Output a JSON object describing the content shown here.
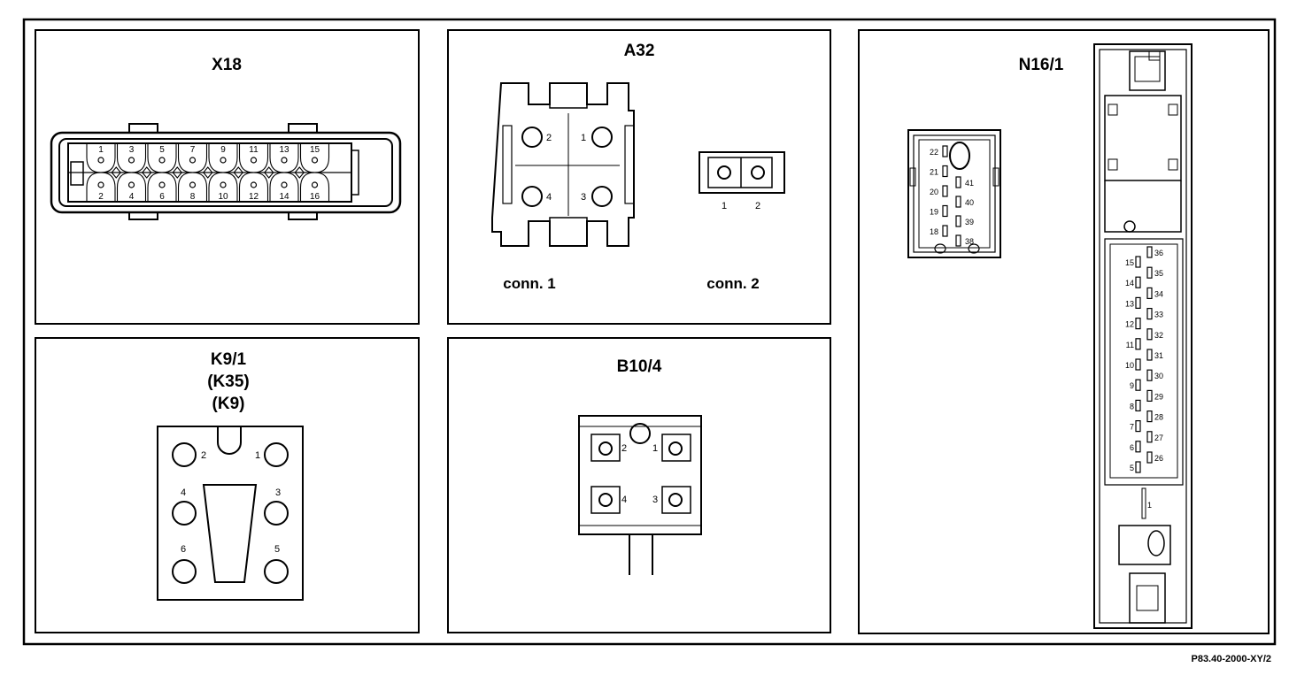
{
  "footer": {
    "reference": "P83.40-2000-XY/2"
  },
  "x18": {
    "title": "X18",
    "top_pins": [
      "1",
      "3",
      "5",
      "7",
      "9",
      "11",
      "13",
      "15"
    ],
    "bottom_pins": [
      "2",
      "4",
      "6",
      "8",
      "10",
      "12",
      "14",
      "16"
    ]
  },
  "a32": {
    "title": "A32",
    "conn1": {
      "label": "conn. 1",
      "pins": {
        "p1": "1",
        "p2": "2",
        "p3": "3",
        "p4": "4"
      }
    },
    "conn2": {
      "label": "conn. 2",
      "pins": {
        "p1": "1",
        "p2": "2"
      }
    }
  },
  "k91": {
    "title_lines": [
      "K9/1",
      "(K35)",
      "(K9)"
    ],
    "pins": {
      "p1": "1",
      "p2": "2",
      "p3": "3",
      "p4": "4",
      "p5": "5",
      "p6": "6"
    }
  },
  "b104": {
    "title": "B10/4",
    "pins": {
      "p1": "1",
      "p2": "2",
      "p3": "3",
      "p4": "4"
    }
  },
  "n161": {
    "title": "N16/1",
    "small_left_pins": [
      "22",
      "21",
      "20",
      "19",
      "18"
    ],
    "small_right_pins": [
      "41",
      "40",
      "39",
      "38"
    ],
    "main_left_pins": [
      "15",
      "14",
      "13",
      "12",
      "11",
      "10",
      "9",
      "8",
      "7",
      "6",
      "5"
    ],
    "main_right_pins": [
      "36",
      "35",
      "34",
      "33",
      "32",
      "31",
      "30",
      "29",
      "28",
      "27",
      "26"
    ],
    "bottom_pin": "1"
  }
}
